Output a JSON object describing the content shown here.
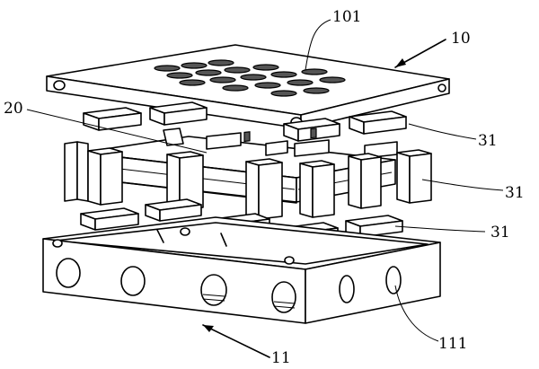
{
  "labels": {
    "ref_101": "101",
    "ref_10": "10",
    "ref_20": "20",
    "ref_31_a": "31",
    "ref_31_b": "31",
    "ref_31_c": "31",
    "ref_111": "111",
    "ref_11": "11"
  },
  "colors": {
    "line": "#000000",
    "background": "#ffffff",
    "shade": "#d8d8d8"
  }
}
